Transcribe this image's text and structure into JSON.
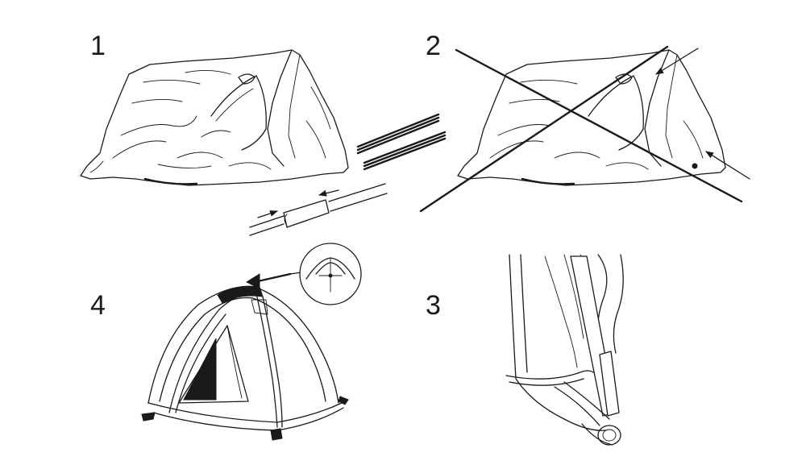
{
  "steps": [
    {
      "number": "1"
    },
    {
      "number": "2"
    },
    {
      "number": "3"
    },
    {
      "number": "4"
    }
  ],
  "colors": {
    "ink": "#1a1a1a",
    "background": "#ffffff"
  }
}
